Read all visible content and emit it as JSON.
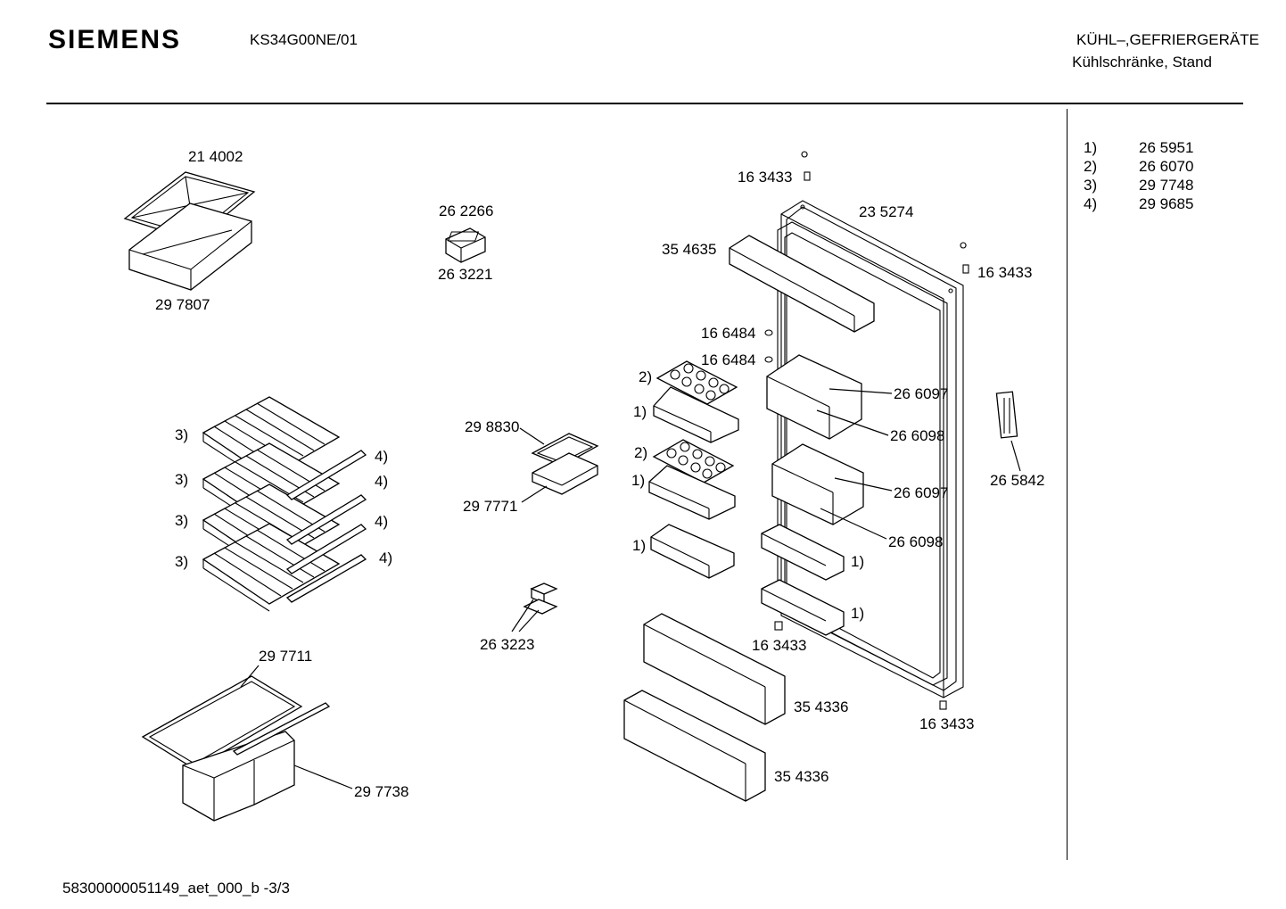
{
  "header": {
    "brand": "SIEMENS",
    "model": "KS34G00NE/01",
    "category": "KÜHL–,GEFRIERGERÄTE",
    "subcategory": "Kühlschränke, Stand"
  },
  "footer": {
    "doc_id": "58300000051149_aet_000_b  -3/3"
  },
  "legend": [
    {
      "key": "1)",
      "value": "26 5951"
    },
    {
      "key": "2)",
      "value": "26 6070"
    },
    {
      "key": "3)",
      "value": "29 7748"
    },
    {
      "key": "4)",
      "value": "29 9685"
    }
  ],
  "parts": {
    "p214002": "21 4002",
    "p297807": "29 7807",
    "p262266": "26 2266",
    "p263221": "26 3221",
    "p163433a": "16 3433",
    "p235274": "23 5274",
    "p354635": "35 4635",
    "p163433b": "16 3433",
    "p166484a": "16 6484",
    "p166484b": "16 6484",
    "p266097a": "26 6097",
    "p266098a": "26 6098",
    "p298830": "29 8830",
    "p297771": "29 7771",
    "p266097b": "26 6097",
    "p265842": "26 5842",
    "p266098b": "26 6098",
    "p263223": "26 3223",
    "p163433c": "16 3433",
    "p297711": "29 7711",
    "p354336a": "35 4336",
    "p163433d": "16 3433",
    "p297738": "29 7738",
    "p354336b": "35 4336"
  },
  "refs": {
    "r1": "1)",
    "r2": "2)",
    "r3": "3)",
    "r4": "4)"
  }
}
